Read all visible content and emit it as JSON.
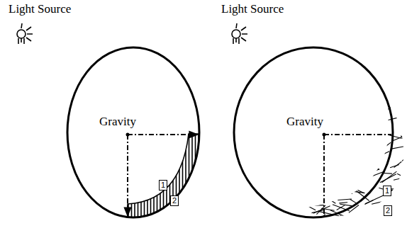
{
  "diagram": {
    "labels": [
      "Light Source",
      "Gravity",
      "1",
      "2",
      "Light Source",
      "Gravity",
      "1",
      "2"
    ]
  }
}
